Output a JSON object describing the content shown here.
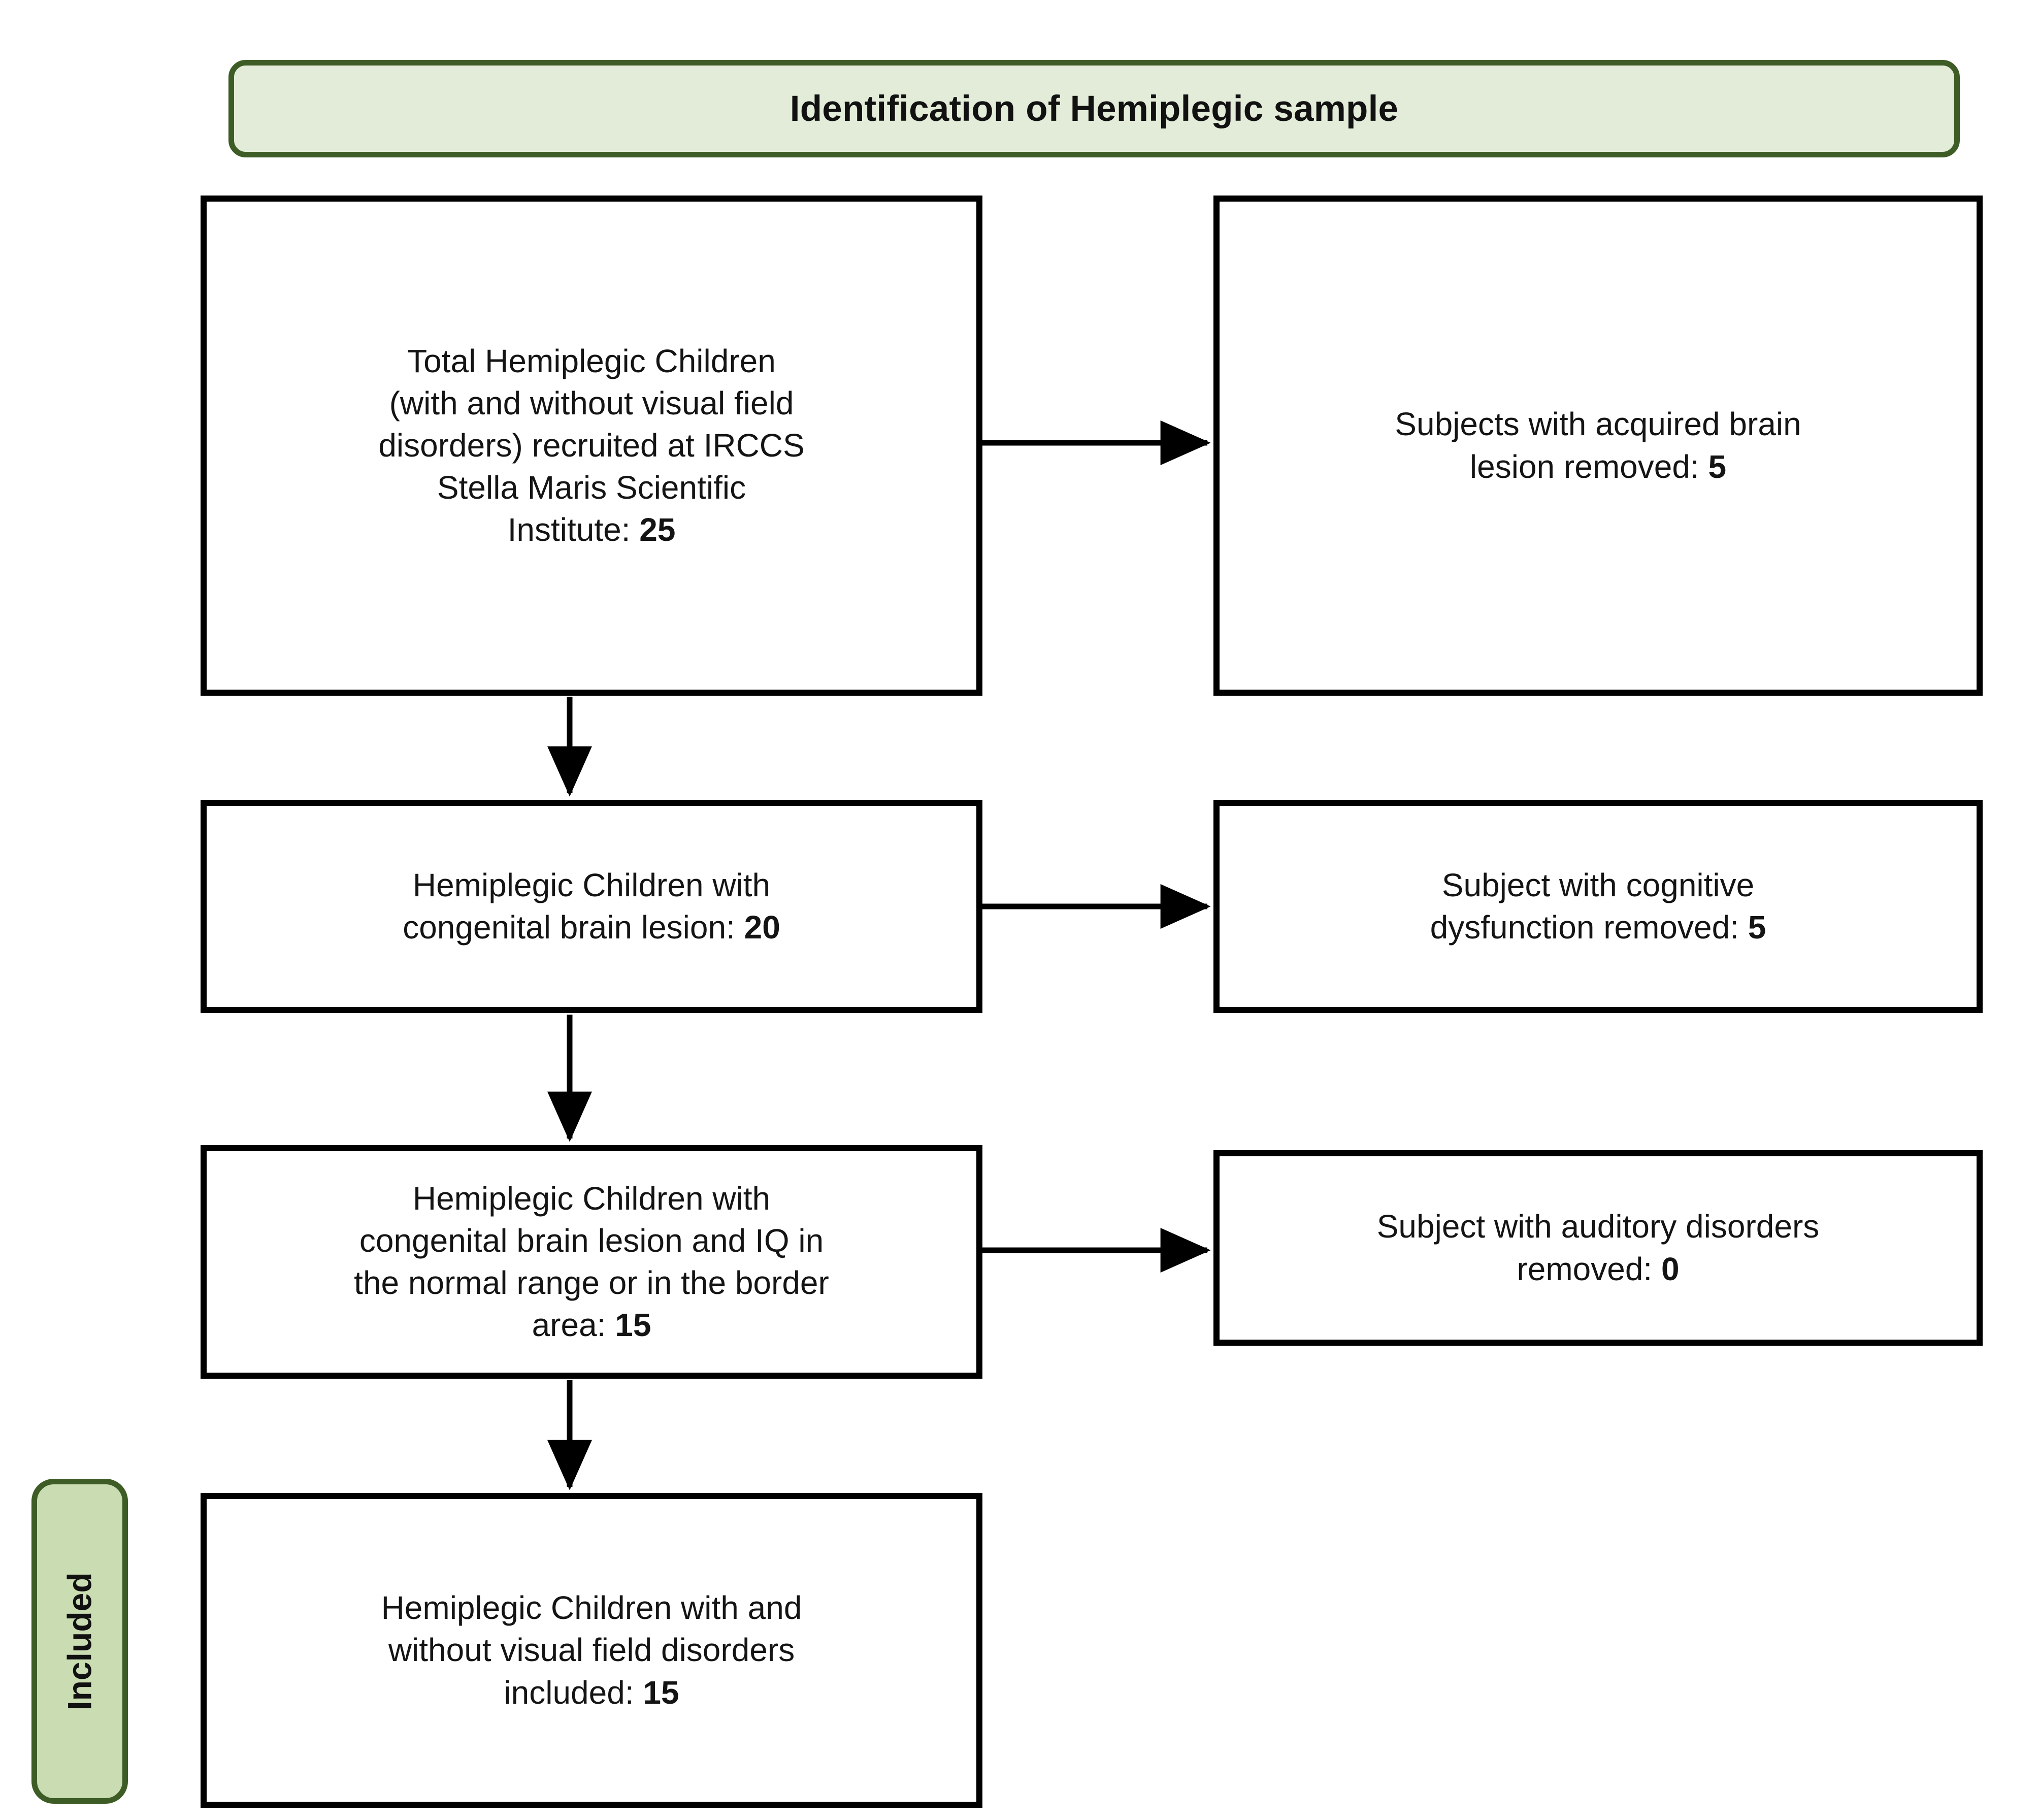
{
  "figure": {
    "type": "prisma-flow-diagram",
    "banner": {
      "label": "Identification of Hemiplegic sample",
      "fill": "#e3ecd9",
      "border": "#3d5c26"
    },
    "stage_label": {
      "label": "Included",
      "fill": "#cadcb2",
      "border": "#3d5c26",
      "orientation": "vertical-bottom-to-top"
    },
    "box_border_color": "#000000",
    "box_fill_color": "#ffffff",
    "arrow_color": "#000000"
  },
  "flow": {
    "rows": [
      {
        "id": "row-1",
        "main": {
          "lines": [
            "Total Hemiplegic Children",
            "(with and without visual field",
            "disorders) recruited at IRCCS",
            "Stella Maris Scientific"
          ],
          "last_line_label": "Institute: ",
          "count": "25"
        },
        "excluded": {
          "lines": [
            "Subjects with acquired brain"
          ],
          "last_line_label": "lesion removed: ",
          "count": "5"
        }
      },
      {
        "id": "row-2",
        "main": {
          "lines": [
            "Hemiplegic Children with"
          ],
          "last_line_label": "congenital brain lesion: ",
          "count": "20"
        },
        "excluded": {
          "lines": [
            "Subject with cognitive"
          ],
          "last_line_label": "dysfunction removed: ",
          "count": "5"
        }
      },
      {
        "id": "row-3",
        "main": {
          "lines": [
            "Hemiplegic Children with",
            "congenital brain lesion and IQ in",
            "the normal range or in the border"
          ],
          "last_line_label": "area: ",
          "count": "15"
        },
        "excluded": {
          "lines": [
            "Subject with auditory disorders"
          ],
          "last_line_label": "removed: ",
          "count": "0"
        }
      },
      {
        "id": "row-4",
        "main": {
          "lines": [
            "Hemiplegic Children with and",
            "without visual field disorders"
          ],
          "last_line_label": "included: ",
          "count": "15"
        },
        "excluded": null
      }
    ]
  },
  "boxes": {
    "r1_main_text": "Total Hemiplegic Children\n(with and without visual field\ndisorders) recruited at IRCCS\nStella Maris Scientific\nInstitute: 25",
    "r1_excluded_text": "Subjects with acquired brain\nlesion removed: 5",
    "r2_main_text": "Hemiplegic Children with\ncongenital brain lesion: 20",
    "r2_excluded_text": "Subject with cognitive\ndysfunction removed: 5",
    "r3_main_text": "Hemiplegic Children with\ncongenital brain lesion and IQ in\nthe normal range or in the border\narea: 15",
    "r3_excluded_text": "Subject with auditory disorders\nremoved: 0",
    "r4_main_text": "Hemiplegic Children with and\nwithout visual field disorders\nincluded: 15"
  }
}
